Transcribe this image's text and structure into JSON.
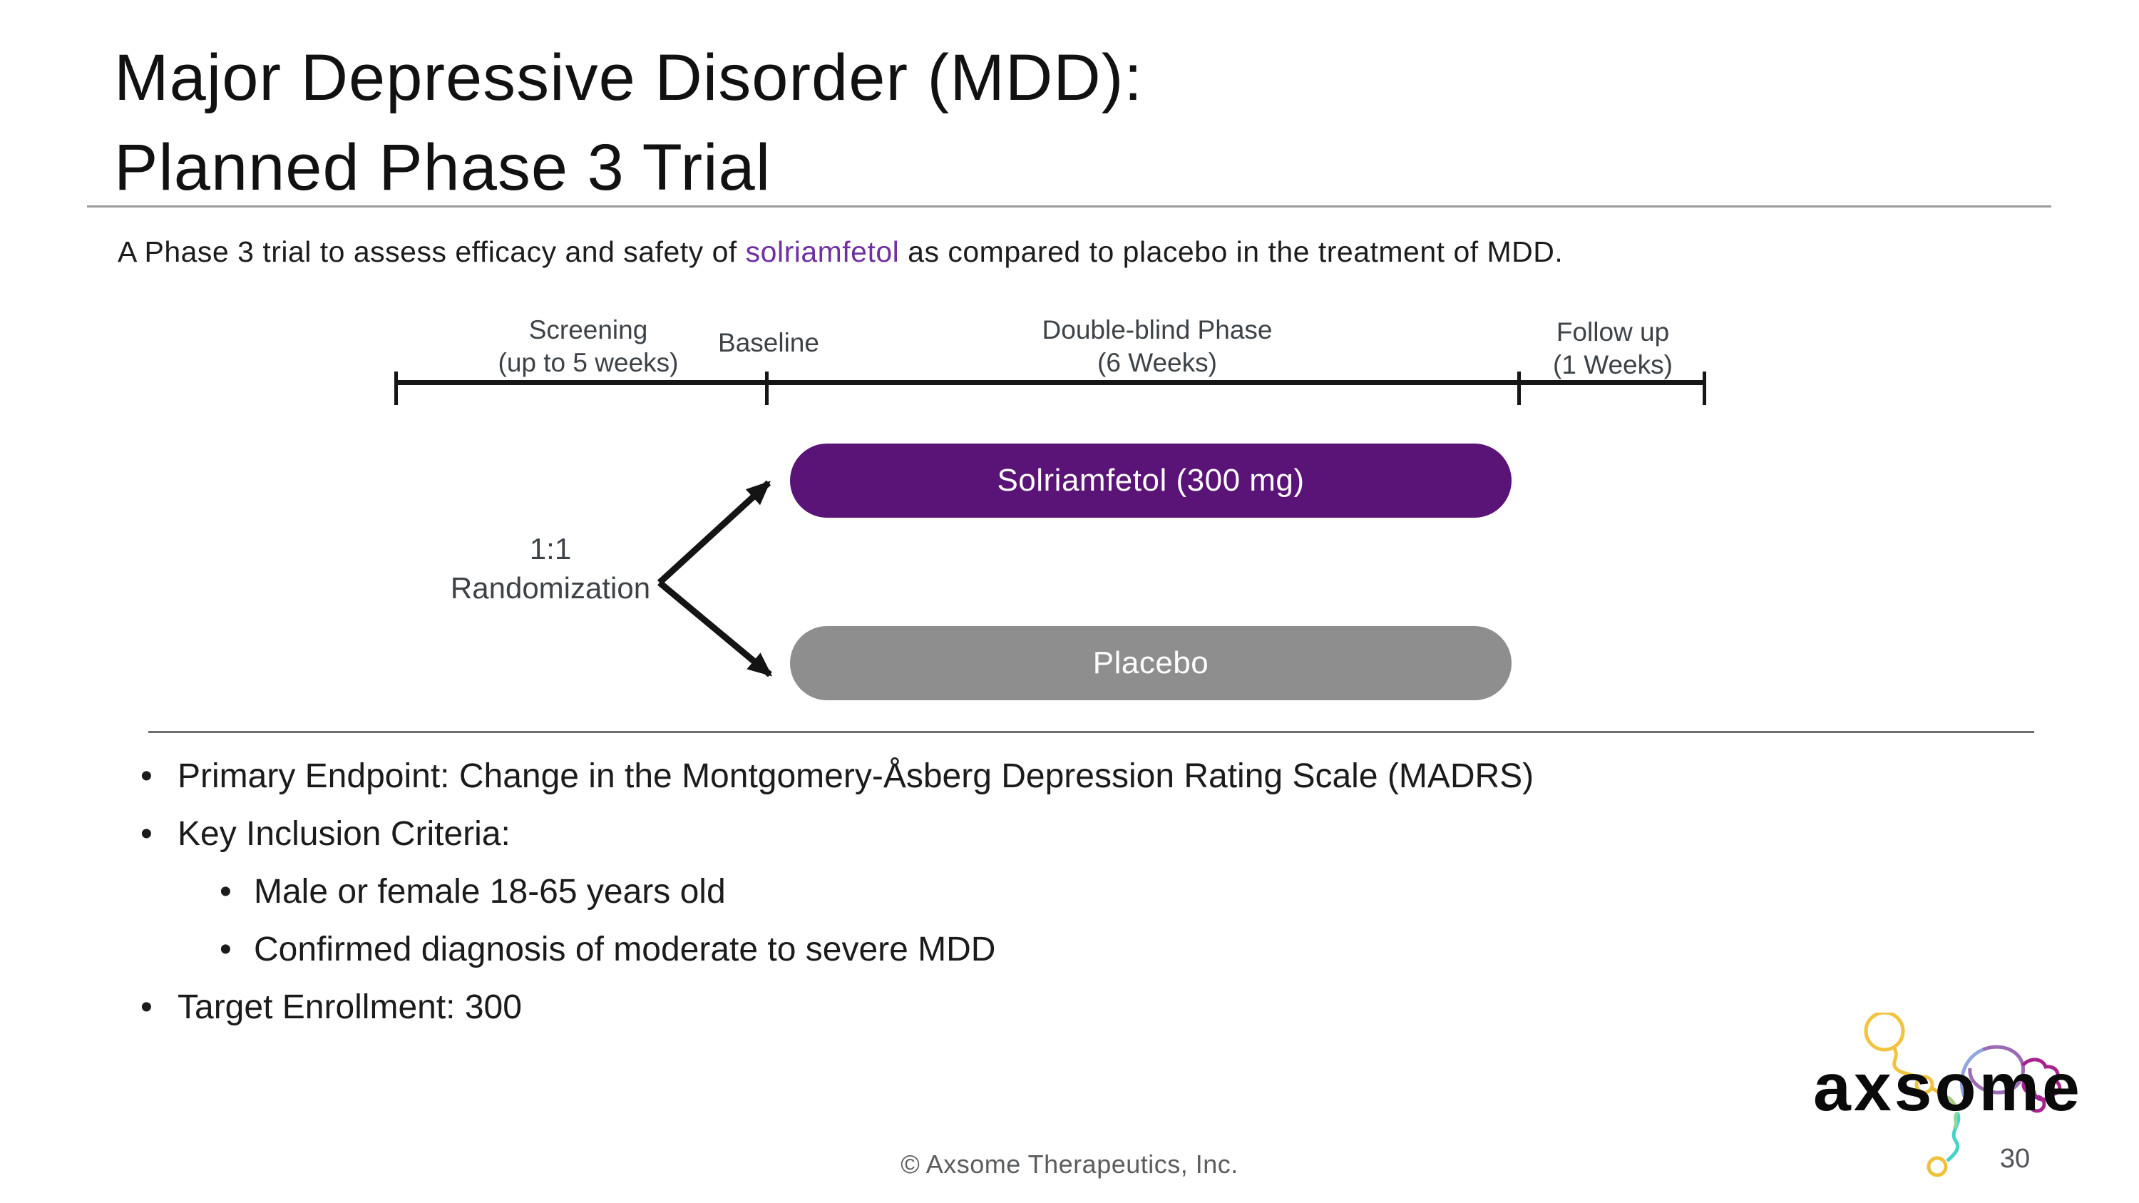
{
  "slide": {
    "title": {
      "line1": "Major Depressive Disorder (MDD):",
      "line2": "Planned Phase 3 Trial"
    },
    "intro": {
      "text_before": "A Phase 3 trial to assess efficacy and safety of ",
      "drug_name": "solriamfetol",
      "drug_color": "#7030A0",
      "text_after": " as compared to placebo in the treatment of MDD."
    },
    "timeline": {
      "phases": [
        {
          "line1": "Screening",
          "line2": "(up to 5 weeks)"
        },
        {
          "line1": "Baseline",
          "line2": ""
        },
        {
          "line1": "Double-blind Phase",
          "line2": "(6 Weeks)"
        },
        {
          "line1": "Follow up",
          "line2": "(1 Weeks)"
        }
      ]
    },
    "randomization": {
      "line1": "1:1",
      "line2": "Randomization"
    },
    "arms": [
      {
        "label": "Solriamfetol (300 mg)",
        "fill": "#5A1376",
        "text_color": "#FFFFFF"
      },
      {
        "label": "Placebo",
        "fill": "#8E8E8E",
        "text_color": "#FFFFFF"
      }
    ],
    "bullet_char": "•",
    "bullets": [
      {
        "level": 1,
        "text": "Primary Endpoint: Change in the Montgomery-Åsberg Depression Rating Scale (MADRS)"
      },
      {
        "level": 1,
        "text": "Key Inclusion Criteria:"
      },
      {
        "level": 2,
        "text": "Male or female 18-65 years old"
      },
      {
        "level": 2,
        "text": "Confirmed diagnosis of moderate to severe MDD"
      },
      {
        "level": 1,
        "text": "Target Enrollment: 300"
      }
    ],
    "footer": {
      "copyright": "© Axsome Therapeutics, Inc."
    },
    "logo": {
      "wordmark": "axsome"
    },
    "page_number": "30",
    "colors": {
      "arrow": "#141414",
      "timeline": "#161616",
      "label_gray": "#3d4247",
      "footer_gray": "#5b5c5e"
    }
  }
}
